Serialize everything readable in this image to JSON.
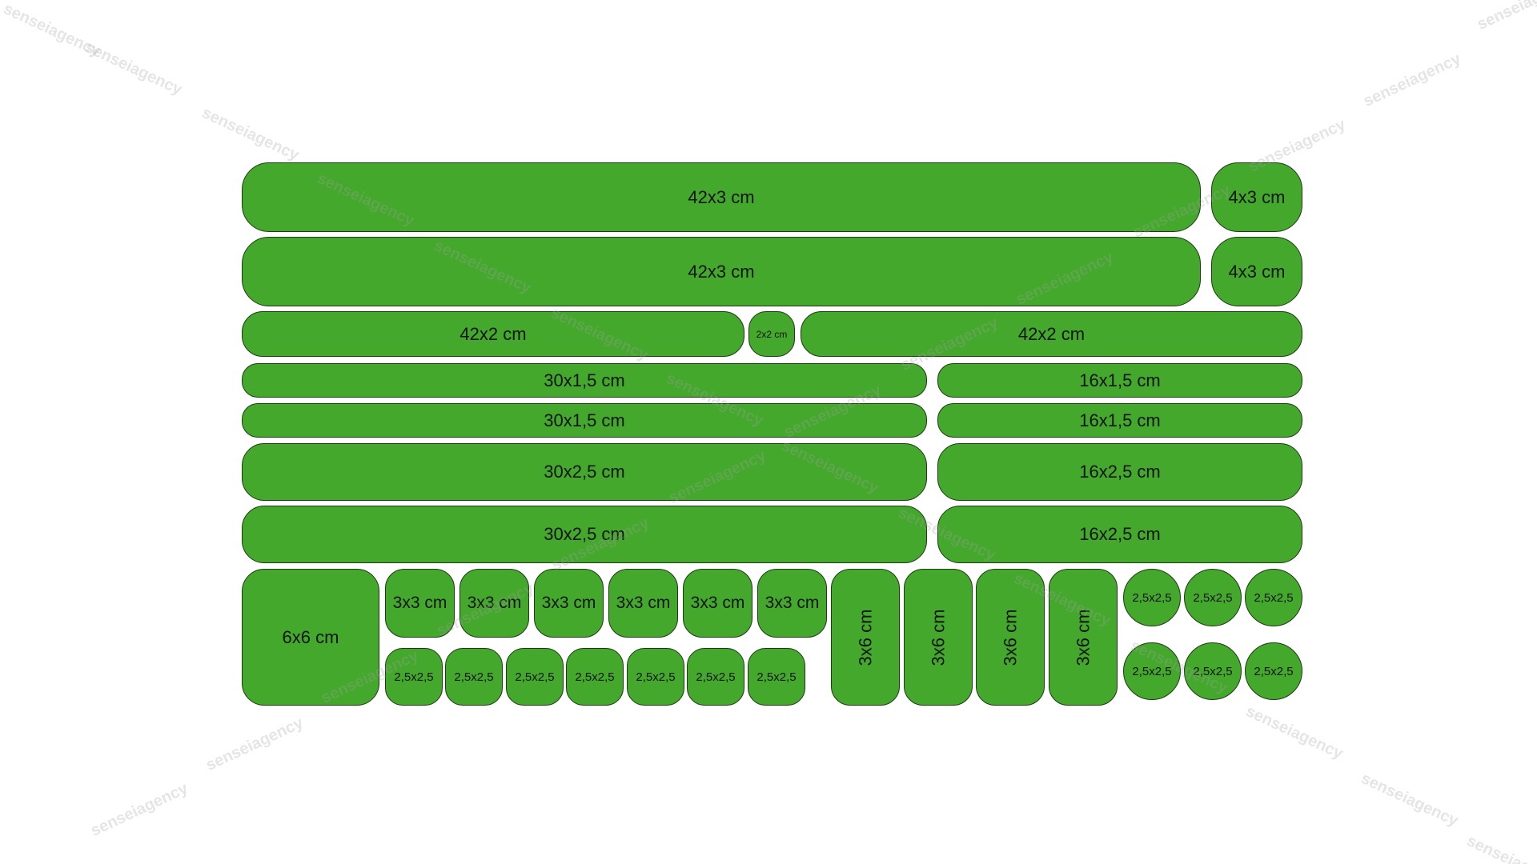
{
  "colors": {
    "piece_fill": "#43a82b",
    "piece_stroke": "#1f3a14",
    "text": "#141414",
    "background": "#ffffff"
  },
  "watermark": {
    "text": "senseiagency"
  },
  "labels": {
    "p42x3": "42x3 cm",
    "p4x3": "4x3 cm",
    "p42x2": "42x2 cm",
    "p2x2": "2x2 cm",
    "p30x15": "30x1,5 cm",
    "p16x15": "16x1,5 cm",
    "p30x25": "30x2,5 cm",
    "p16x25": "16x2,5 cm",
    "p6x6": "6x6 cm",
    "p3x3": "3x3 cm",
    "p3x6": "3x6 cm",
    "p25": "2,5x2,5"
  }
}
